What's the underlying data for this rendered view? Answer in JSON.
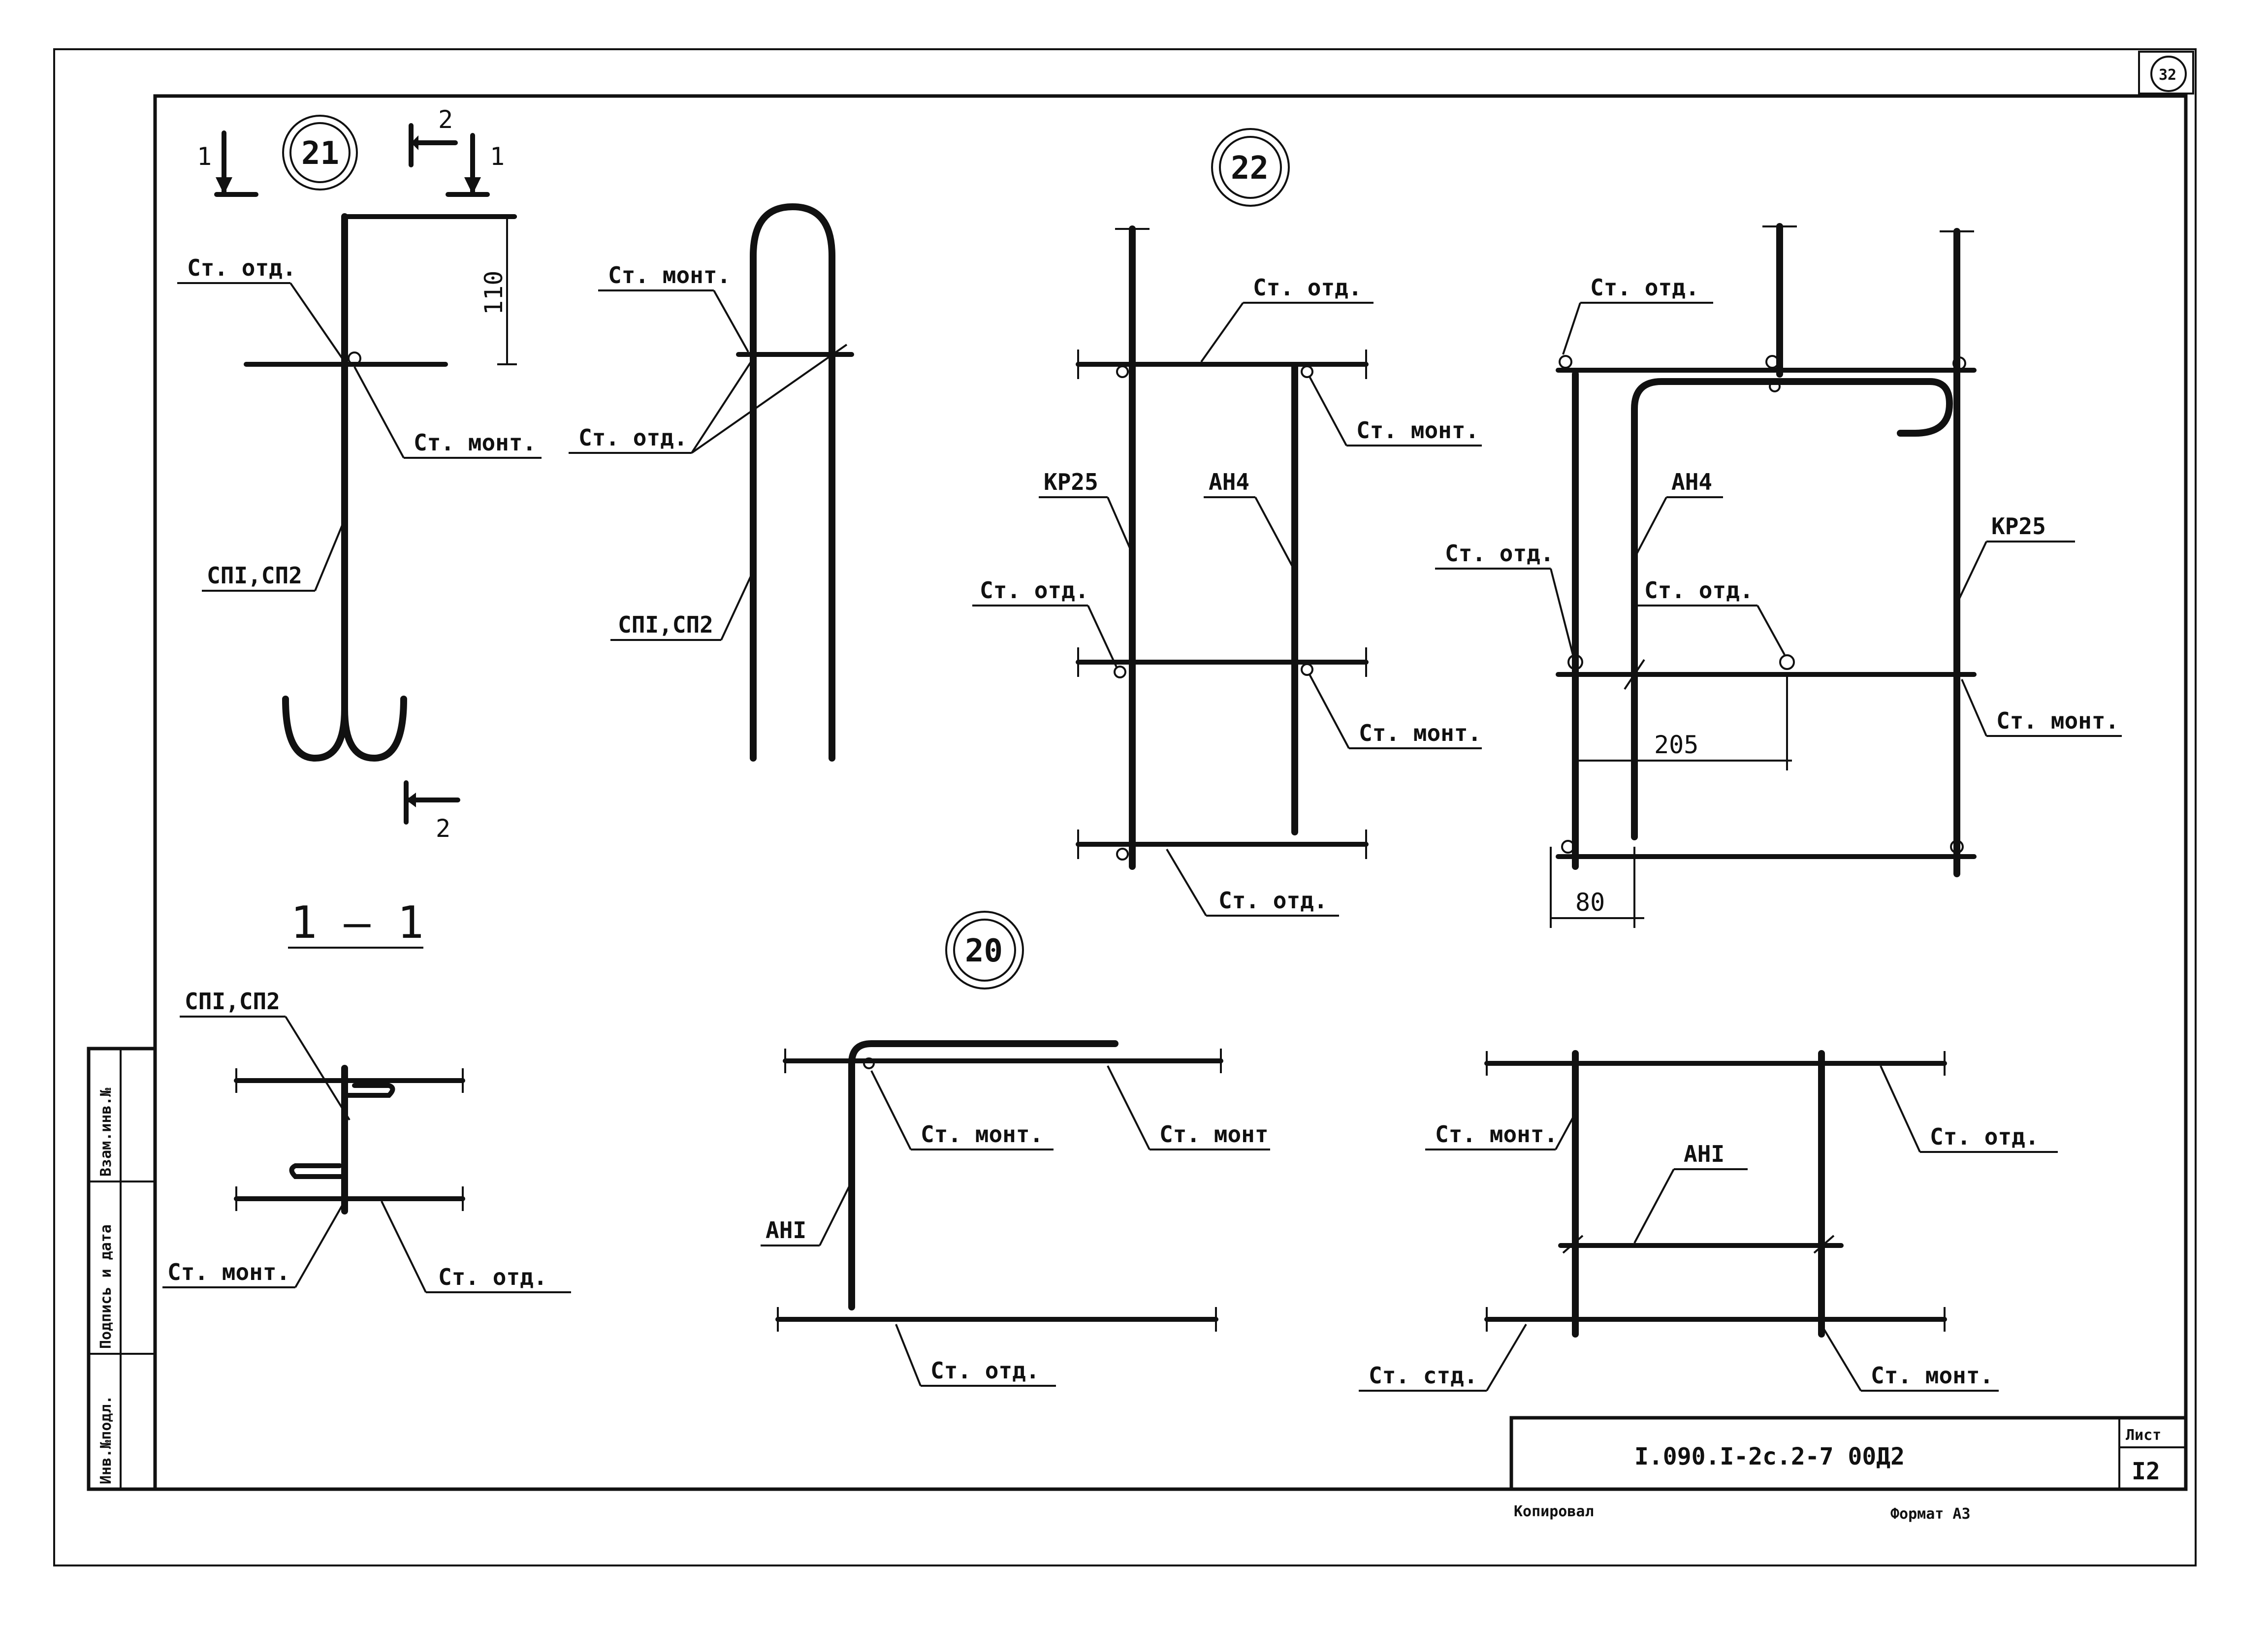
{
  "sheet_number_corner": "32",
  "callouts": {
    "d21": "21",
    "d22": "22",
    "d20": "20"
  },
  "section_marks": {
    "one_left": "1",
    "one_right": "1",
    "two_top": "2",
    "two_bottom": "2",
    "section_title": "1 — 1"
  },
  "dimensions": {
    "d110": "110",
    "d205": "205",
    "d80": "80"
  },
  "labels": {
    "st_otd": "Ст. отд.",
    "st_mont": "Ст. монт.",
    "st_mont_short": "Ст. монт",
    "st_std": "Ст. стд.",
    "sp1_sp2": "СПI,СП2",
    "kr25": "КР25",
    "an4": "АН4",
    "an1": "АНI"
  },
  "left_strip": {
    "cell1": "Взам.инв.№",
    "cell2": "Подпись и дата",
    "cell3": "Инв.№подл."
  },
  "title_block": {
    "designation": "I.090.I-2с.2-7 00Д2",
    "sheet_label": "Лист",
    "sheet_number": "I2"
  },
  "footer": {
    "copied": "Копировал",
    "format": "Формат А3"
  }
}
